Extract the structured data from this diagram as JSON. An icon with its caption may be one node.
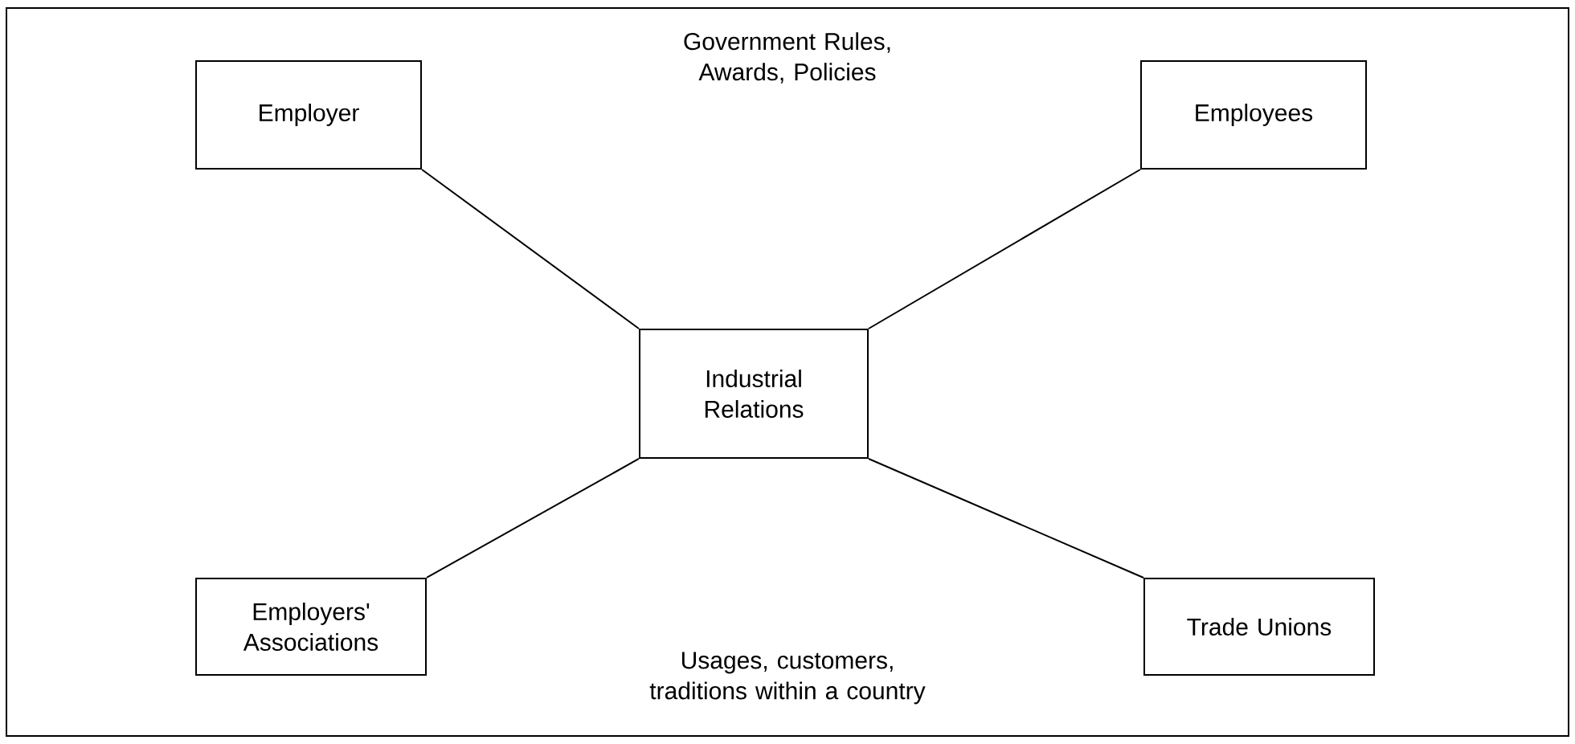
{
  "diagram": {
    "nodes": [
      {
        "text": [
          "Government Rules, Awards, Policies",
          "Usages, customers, traditions within a country"
        ]
      },
      {
        "text": [
          "Employer"
        ],
        "in": 0
      },
      {
        "text": [
          "Employees"
        ],
        "in": 0
      },
      {
        "text": [
          "Industrial Relations"
        ],
        "in": 0
      },
      {
        "text": [
          "Employers' Associations"
        ],
        "in": 0
      },
      {
        "text": [
          "Trade Unions"
        ],
        "in": 0
      }
    ],
    "edges": [
      {
        "from": 1,
        "to": 3,
        "arrow": "none"
      },
      {
        "from": 2,
        "to": 3,
        "arrow": "none"
      },
      {
        "from": 4,
        "to": 3,
        "arrow": "none"
      },
      {
        "from": 5,
        "to": 3,
        "arrow": "none"
      }
    ]
  }
}
